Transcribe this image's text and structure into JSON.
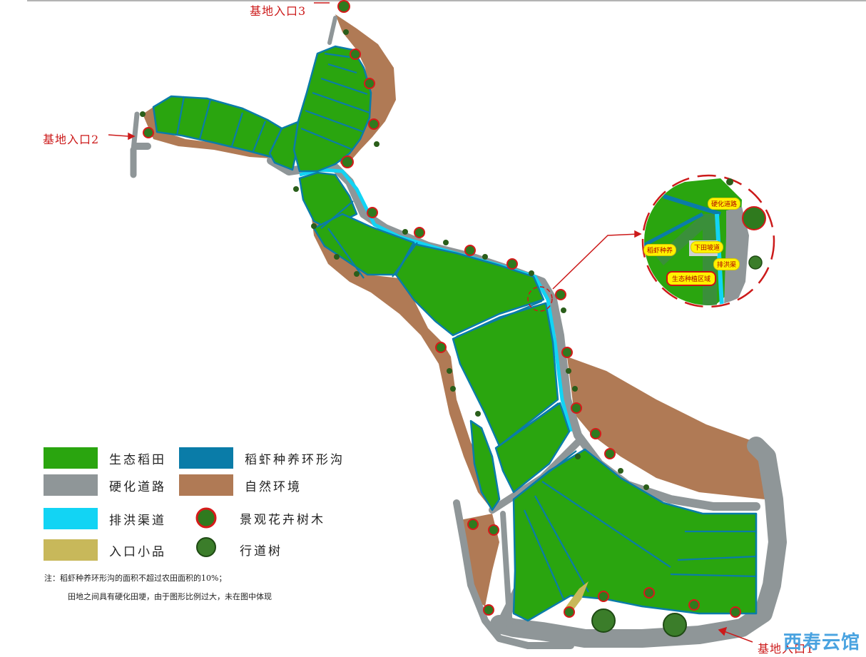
{
  "entrances": {
    "entrance1": "基地入口1",
    "entrance2": "基地入口2",
    "entrance3": "基地入口3"
  },
  "legend": [
    {
      "label": "生态稻田",
      "color": "#2aa50f",
      "kind": "swatch"
    },
    {
      "label": "稻虾种养环形沟",
      "color": "#0a7ca8",
      "kind": "swatch"
    },
    {
      "label": "硬化道路",
      "color": "#8f9698",
      "kind": "swatch"
    },
    {
      "label": "自然环境",
      "color": "#b07a55",
      "kind": "swatch"
    },
    {
      "label": "排洪渠道",
      "color": "#12d4f4",
      "kind": "swatch"
    },
    {
      "label": "景观花卉树木",
      "kind": "flower-tree-icon"
    },
    {
      "label": "入口小品",
      "color": "#c8b85a",
      "kind": "swatch"
    },
    {
      "label": "行道树",
      "kind": "street-tree-icon"
    }
  ],
  "notes": {
    "line1": "注：稻虾种养环形沟的面积不超过农田面积的10%；",
    "line2": "田地之间具有硬化田埂，由于图形比例过大，未在图中体现"
  },
  "callout": {
    "tags": [
      "硬化道路",
      "稻虾种养",
      "下田坡道",
      "排洪渠",
      "生态种植区域"
    ]
  },
  "watermark": "西寿云馆",
  "colors": {
    "field": "#2aa50f",
    "ditch": "#0a7ca8",
    "road": "#8f9698",
    "nature": "#b07a55",
    "flood": "#12d4f4",
    "entrance_feature": "#c8b85a",
    "annotation_red": "#cc1a1a"
  }
}
